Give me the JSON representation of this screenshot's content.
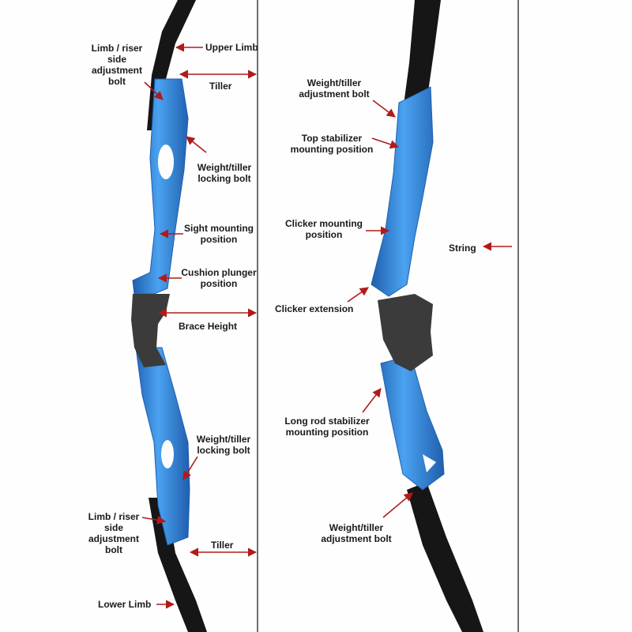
{
  "labels": {
    "upper_limb": "Upper Limb",
    "tiller_top": "Tiller",
    "limb_riser_top": [
      "Limb / riser",
      "side",
      "adjustment",
      "bolt"
    ],
    "weight_tiller_locking_top": [
      "Weight/tiller",
      "locking bolt"
    ],
    "sight_mounting": [
      "Sight mounting",
      "position"
    ],
    "cushion_plunger": [
      "Cushion plunger",
      "position"
    ],
    "brace_height": "Brace Height",
    "weight_tiller_locking_bottom": [
      "Weight/tiller",
      "locking bolt"
    ],
    "limb_riser_bottom": [
      "Limb / riser",
      "side",
      "adjustment",
      "bolt"
    ],
    "tiller_bottom": "Tiller",
    "lower_limb": "Lower Limb",
    "weight_tiller_adjust_top": [
      "Weight/tiller",
      "adjustment bolt"
    ],
    "top_stabilizer": [
      "Top stabilizer",
      "mounting position"
    ],
    "clicker_mounting": [
      "Clicker mounting",
      "position"
    ],
    "clicker_extension": "Clicker extension",
    "long_rod": [
      "Long rod stabilizer",
      "mounting position"
    ],
    "weight_tiller_adjust_bottom": [
      "Weight/tiller",
      "adjustment bolt"
    ],
    "string": "String"
  },
  "colors": {
    "riser_blue": "#3a8fe0",
    "riser_dark": "#1f5fae",
    "limb_black": "#161616",
    "grip_dark": "#3b3b3b",
    "arrow_red": "#b11a1a",
    "string_line": "#222222"
  }
}
